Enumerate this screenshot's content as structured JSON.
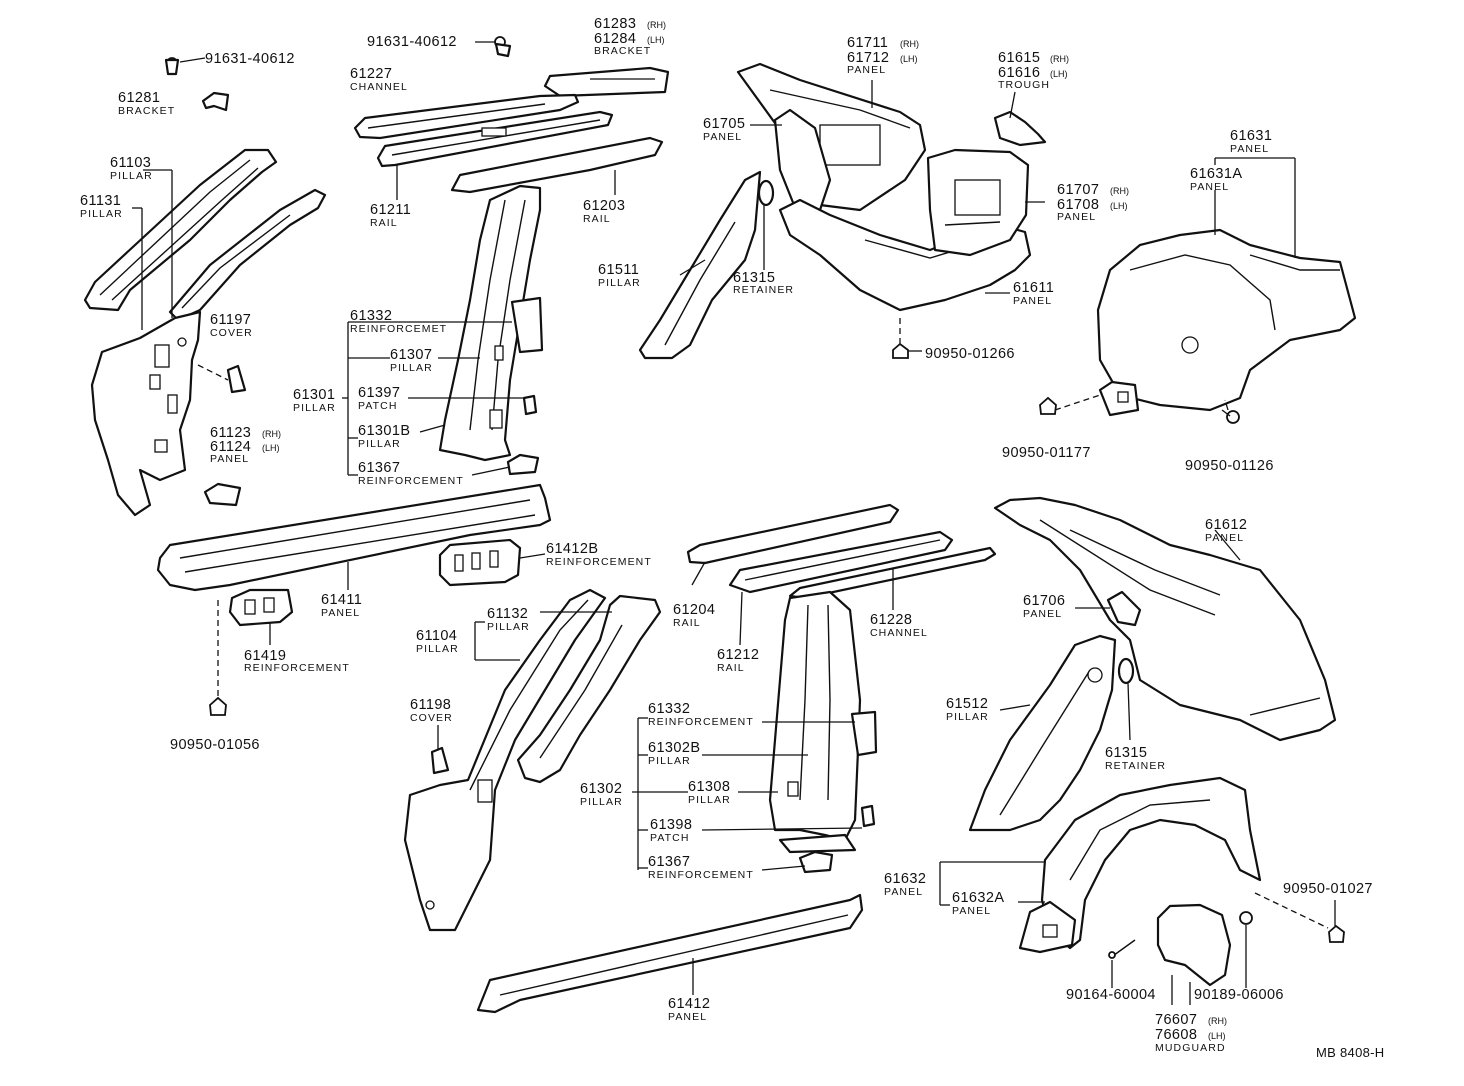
{
  "diagram_code": "MB 8408-H",
  "callouts": {
    "p_9163140612_a": {
      "number": "91631-40612"
    },
    "p_9163140612_b": {
      "number": "91631-40612"
    },
    "p_61281": {
      "number": "61281",
      "name": "BRACKET"
    },
    "p_61283": {
      "number": "61283",
      "suffix": "(RH)",
      "number2": "61284",
      "suffix2": "(LH)",
      "name": "BRACKET"
    },
    "p_61227": {
      "number": "61227",
      "name": "CHANNEL"
    },
    "p_61103": {
      "number": "61103",
      "name": "PILLAR"
    },
    "p_61131": {
      "number": "61131",
      "name": "PILLAR"
    },
    "p_61211": {
      "number": "61211",
      "name": "RAIL"
    },
    "p_61203": {
      "number": "61203",
      "name": "RAIL"
    },
    "p_61197": {
      "number": "61197",
      "name": "COVER"
    },
    "p_61123": {
      "number": "61123",
      "suffix": "(RH)",
      "number2": "61124",
      "suffix2": "(LH)",
      "name": "PANEL"
    },
    "p_61332_top": {
      "number": "61332",
      "name": "REINFORCEMET"
    },
    "p_61307": {
      "number": "61307",
      "name": "PILLAR"
    },
    "p_61301": {
      "number": "61301",
      "name": "PILLAR"
    },
    "p_61397": {
      "number": "61397",
      "name": "PATCH"
    },
    "p_61301b": {
      "number": "61301B",
      "name": "PILLAR"
    },
    "p_61367_top": {
      "number": "61367",
      "name": "REINFORCEMENT"
    },
    "p_61711": {
      "number": "61711",
      "suffix": "(RH)",
      "number2": "61712",
      "suffix2": "(LH)",
      "name": "PANEL"
    },
    "p_61615": {
      "number": "61615",
      "suffix": "(RH)",
      "number2": "61616",
      "suffix2": "(LH)",
      "name": "TROUGH"
    },
    "p_61705": {
      "number": "61705",
      "name": "PANEL"
    },
    "p_61707": {
      "number": "61707",
      "suffix": "(RH)",
      "number2": "61708",
      "suffix2": "(LH)",
      "name": "PANEL"
    },
    "p_61511": {
      "number": "61511",
      "name": "PILLAR"
    },
    "p_61315_top": {
      "number": "61315",
      "name": "RETAINER"
    },
    "p_61611": {
      "number": "61611",
      "name": "PANEL"
    },
    "p_9095001266": {
      "number": "90950-01266"
    },
    "p_61631": {
      "number": "61631",
      "name": "PANEL"
    },
    "p_61631a": {
      "number": "61631A",
      "name": "PANEL"
    },
    "p_9095001177": {
      "number": "90950-01177"
    },
    "p_9095001126": {
      "number": "90950-01126"
    },
    "p_61411": {
      "number": "61411",
      "name": "PANEL"
    },
    "p_61412b": {
      "number": "61412B",
      "name": "REINFORCEMENT"
    },
    "p_61419": {
      "number": "61419",
      "name": "REINFORCEMENT"
    },
    "p_9095001056": {
      "number": "90950-01056"
    },
    "p_61132": {
      "number": "61132",
      "name": "PILLAR"
    },
    "p_61104": {
      "number": "61104",
      "name": "PILLAR"
    },
    "p_61198": {
      "number": "61198",
      "name": "COVER"
    },
    "p_61204": {
      "number": "61204",
      "name": "RAIL"
    },
    "p_61228": {
      "number": "61228",
      "name": "CHANNEL"
    },
    "p_61212": {
      "number": "61212",
      "name": "RAIL"
    },
    "p_61332_bot": {
      "number": "61332",
      "name": "REINFORCEMENT"
    },
    "p_61302b": {
      "number": "61302B",
      "name": "PILLAR"
    },
    "p_61302": {
      "number": "61302",
      "name": "PILLAR"
    },
    "p_61308": {
      "number": "61308",
      "name": "PILLAR"
    },
    "p_61398": {
      "number": "61398",
      "name": "PATCH"
    },
    "p_61367_bot": {
      "number": "61367",
      "name": "REINFORCEMENT"
    },
    "p_61612": {
      "number": "61612",
      "name": "PANEL"
    },
    "p_61706": {
      "number": "61706",
      "name": "PANEL"
    },
    "p_61512": {
      "number": "61512",
      "name": "PILLAR"
    },
    "p_61315_bot": {
      "number": "61315",
      "name": "RETAINER"
    },
    "p_61632": {
      "number": "61632",
      "name": "PANEL"
    },
    "p_61632a": {
      "number": "61632A",
      "name": "PANEL"
    },
    "p_9095001027": {
      "number": "90950-01027"
    },
    "p_9016460004": {
      "number": "90164-60004"
    },
    "p_9018906006": {
      "number": "90189-06006"
    },
    "p_76607": {
      "number": "76607",
      "suffix": "(RH)",
      "number2": "76608",
      "suffix2": "(LH)",
      "name": "MUDGUARD"
    },
    "p_61412": {
      "number": "61412",
      "name": "PANEL"
    }
  }
}
